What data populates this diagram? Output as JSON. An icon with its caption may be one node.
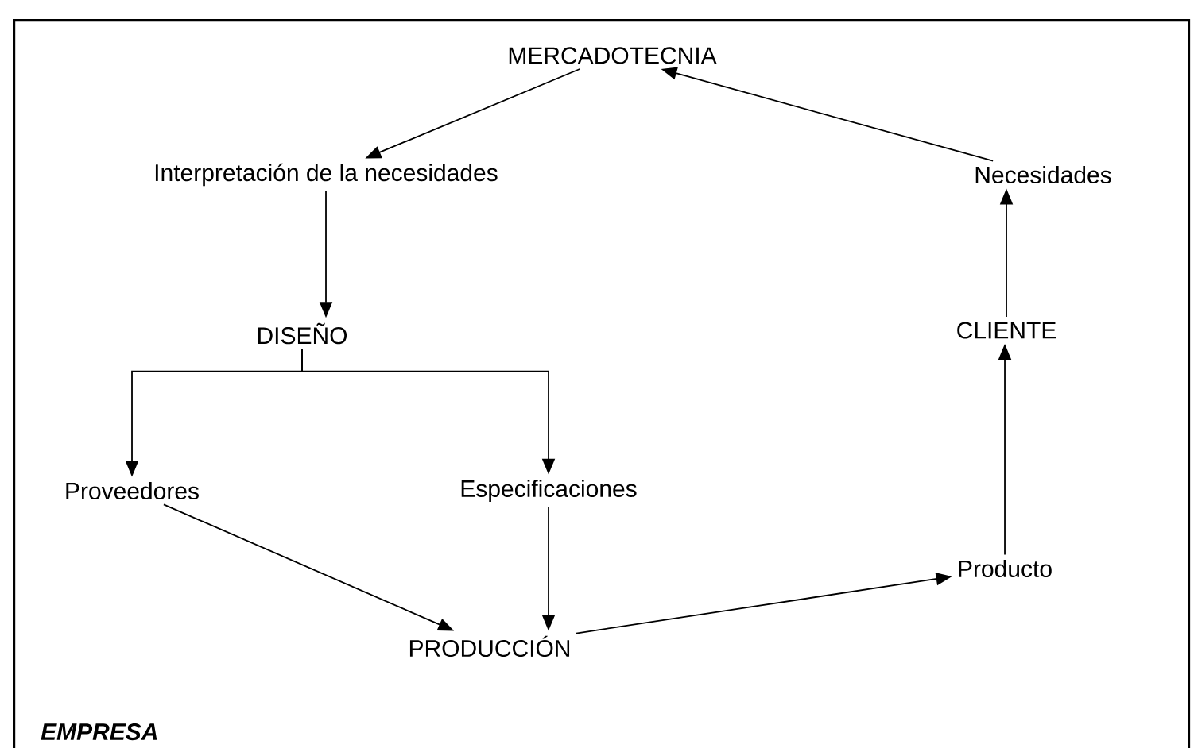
{
  "diagram": {
    "nodes": [
      {
        "text": [
          "EMPRESA"
        ]
      },
      {
        "text": [
          "MERCADOTECNIA"
        ],
        "in": 0
      },
      {
        "text": [
          "Interpretación de la necesidades"
        ],
        "in": 0
      },
      {
        "text": [
          "Necesidades"
        ],
        "in": 0
      },
      {
        "text": [
          "DISEÑO"
        ],
        "in": 0
      },
      {
        "text": [
          "CLIENTE"
        ],
        "in": 0
      },
      {
        "text": [
          "Proveedores"
        ],
        "in": 0
      },
      {
        "text": [
          "Especificaciones"
        ],
        "in": 0
      },
      {
        "text": [
          "Producto"
        ],
        "in": 0
      },
      {
        "text": [
          "PRODUCCIÓN"
        ],
        "in": 0
      }
    ],
    "edges": [
      {
        "from": 1,
        "to": 2,
        "arrow": "to"
      },
      {
        "from": 2,
        "to": 4,
        "arrow": "to"
      },
      {
        "from": 4,
        "to": 6,
        "arrow": "to"
      },
      {
        "from": 4,
        "to": 7,
        "arrow": "to"
      },
      {
        "from": 7,
        "to": 9,
        "arrow": "to"
      },
      {
        "from": 6,
        "to": 9,
        "arrow": "to"
      },
      {
        "from": 9,
        "to": 8,
        "arrow": "to"
      },
      {
        "from": 8,
        "to": 5,
        "arrow": "to"
      },
      {
        "from": 5,
        "to": 3,
        "arrow": "to"
      },
      {
        "from": 3,
        "to": 1,
        "arrow": "to"
      }
    ]
  }
}
